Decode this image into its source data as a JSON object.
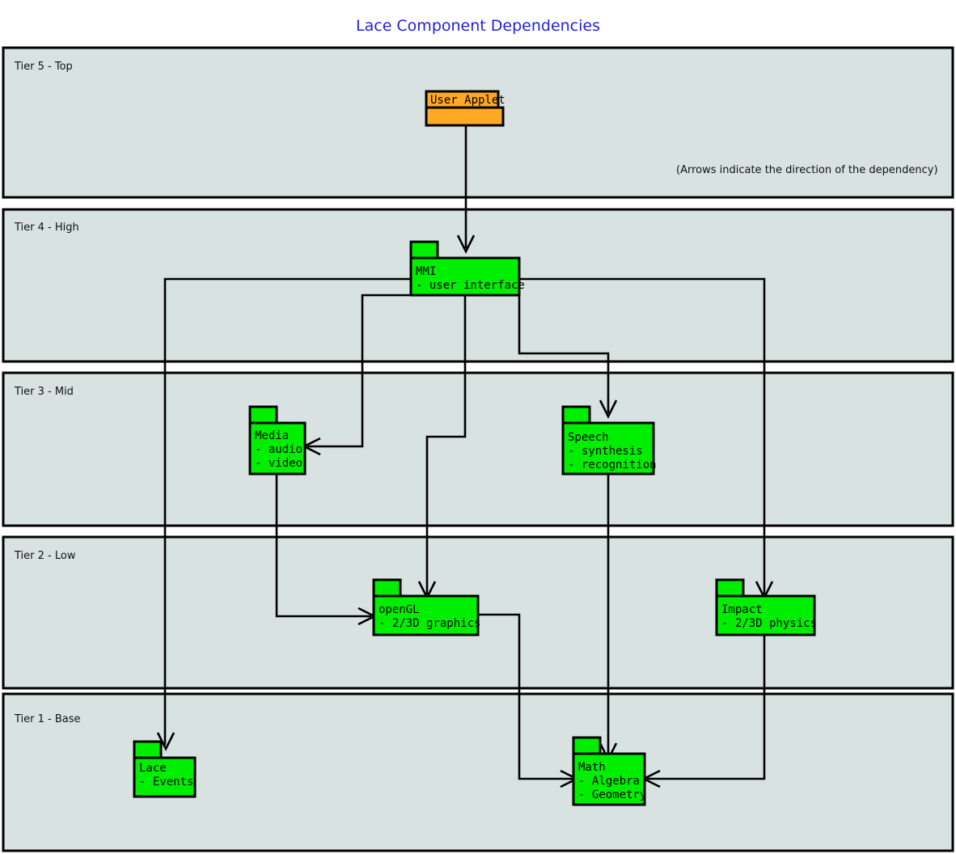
{
  "diagram": {
    "title": "Lace Component Dependencies",
    "note": "(Arrows indicate the direction of the dependency)",
    "colors": {
      "title": "#2222dd",
      "tier_fill": "#d7e2e1",
      "component_green": "#00ee00",
      "component_orange": "#ffa823",
      "stroke": "#000000"
    },
    "tiers": [
      {
        "id": "tier5",
        "label": "Tier 5 - Top"
      },
      {
        "id": "tier4",
        "label": "Tier 4 - High"
      },
      {
        "id": "tier3",
        "label": "Tier 3 - Mid"
      },
      {
        "id": "tier2",
        "label": "Tier 2 - Low"
      },
      {
        "id": "tier1",
        "label": "Tier 1 - Base"
      }
    ],
    "components": [
      {
        "id": "user-applet",
        "tier": "Tier 5 - Top",
        "name": "User Applet",
        "details": [],
        "color": "#ffa823"
      },
      {
        "id": "mmi",
        "tier": "Tier 4 - High",
        "name": "MMI",
        "details": [
          "- user interface"
        ],
        "color": "#00ee00"
      },
      {
        "id": "media",
        "tier": "Tier 3 - Mid",
        "name": "Media",
        "details": [
          "- audio",
          "- video"
        ],
        "color": "#00ee00"
      },
      {
        "id": "speech",
        "tier": "Tier 3 - Mid",
        "name": "Speech",
        "details": [
          "- synthesis",
          "- recognition"
        ],
        "color": "#00ee00"
      },
      {
        "id": "opengl",
        "tier": "Tier 2 - Low",
        "name": "openGL",
        "details": [
          "- 2/3D graphics"
        ],
        "color": "#00ee00"
      },
      {
        "id": "impact",
        "tier": "Tier 2 - Low",
        "name": "Impact",
        "details": [
          "- 2/3D physics"
        ],
        "color": "#00ee00"
      },
      {
        "id": "lace",
        "tier": "Tier 1 - Base",
        "name": "Lace",
        "details": [
          "- Events"
        ],
        "color": "#00ee00"
      },
      {
        "id": "math",
        "tier": "Tier 1 - Base",
        "name": "Math",
        "details": [
          "- Algebra",
          "- Geometry"
        ],
        "color": "#00ee00"
      }
    ],
    "dependencies": [
      {
        "from": "User Applet",
        "to": "MMI"
      },
      {
        "from": "MMI",
        "to": "Media"
      },
      {
        "from": "MMI",
        "to": "Speech"
      },
      {
        "from": "MMI",
        "to": "openGL"
      },
      {
        "from": "MMI",
        "to": "Impact"
      },
      {
        "from": "MMI",
        "to": "Lace"
      },
      {
        "from": "Media",
        "to": "openGL"
      },
      {
        "from": "Speech",
        "to": "Math"
      },
      {
        "from": "openGL",
        "to": "Math"
      },
      {
        "from": "Impact",
        "to": "Math"
      }
    ]
  }
}
